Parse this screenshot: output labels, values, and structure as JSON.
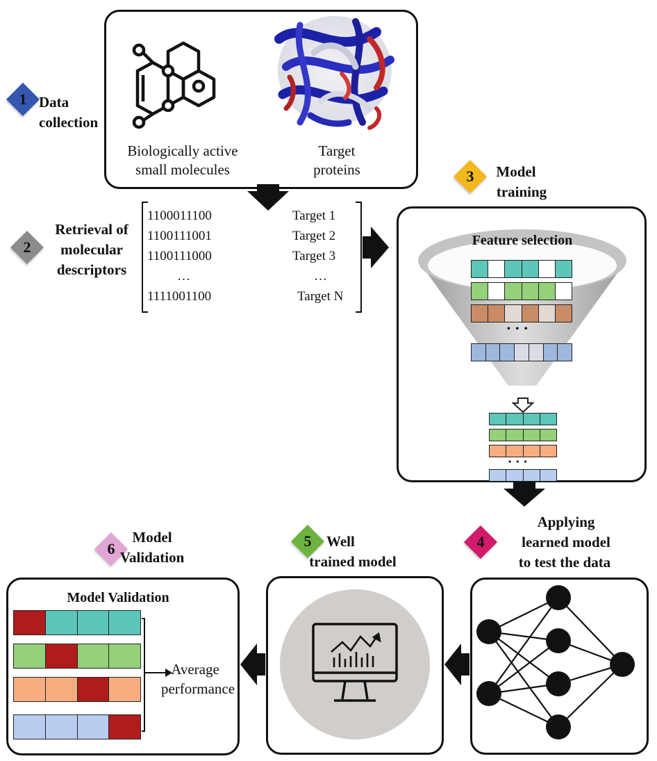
{
  "steps": [
    {
      "num": "1",
      "title_lines": [
        "Data",
        "collection"
      ],
      "color": "#3557b0"
    },
    {
      "num": "2",
      "title_lines": [
        "Retrieval of",
        "molecular",
        "descriptors"
      ],
      "color": "#8c8c8c"
    },
    {
      "num": "3",
      "title_lines": [
        "Model",
        "training"
      ],
      "color": "#f2b81e"
    },
    {
      "num": "4",
      "title_lines": [
        "Applying",
        "learned model",
        "to test the data"
      ],
      "color": "#d11b6b"
    },
    {
      "num": "5",
      "title_lines": [
        "Well",
        "trained model"
      ],
      "color": "#6cb33f"
    },
    {
      "num": "6",
      "title_lines": [
        "Model",
        "Validation"
      ],
      "color": "#e1a6d6"
    }
  ],
  "data_collection": {
    "molecules_caption": [
      "Biologically active",
      "small molecules"
    ],
    "proteins_caption": [
      "Target",
      "proteins"
    ]
  },
  "descriptors": {
    "fingerprints": [
      "1100011100",
      "1100111001",
      "1100111000",
      "…",
      "1111001100"
    ],
    "targets": [
      "Target 1",
      "Target 2",
      "Target 3",
      "…",
      "Target N"
    ]
  },
  "training": {
    "feature_selection_label": "Feature selection",
    "ellipsis": "• • •"
  },
  "validation": {
    "box_title": "Model Validation",
    "result_lines": [
      "Average",
      "performance"
    ]
  },
  "colors": {
    "teal": "#5dc5b9",
    "green": "#94d17a",
    "brown": "#c98c66",
    "blue": "#9fb7dc",
    "orange": "#f6ad80",
    "light_blue": "#b9cdf0",
    "red": "#b01c1c",
    "funnel": "#c8c8c8",
    "monitor_bg": "#d0cdca"
  }
}
